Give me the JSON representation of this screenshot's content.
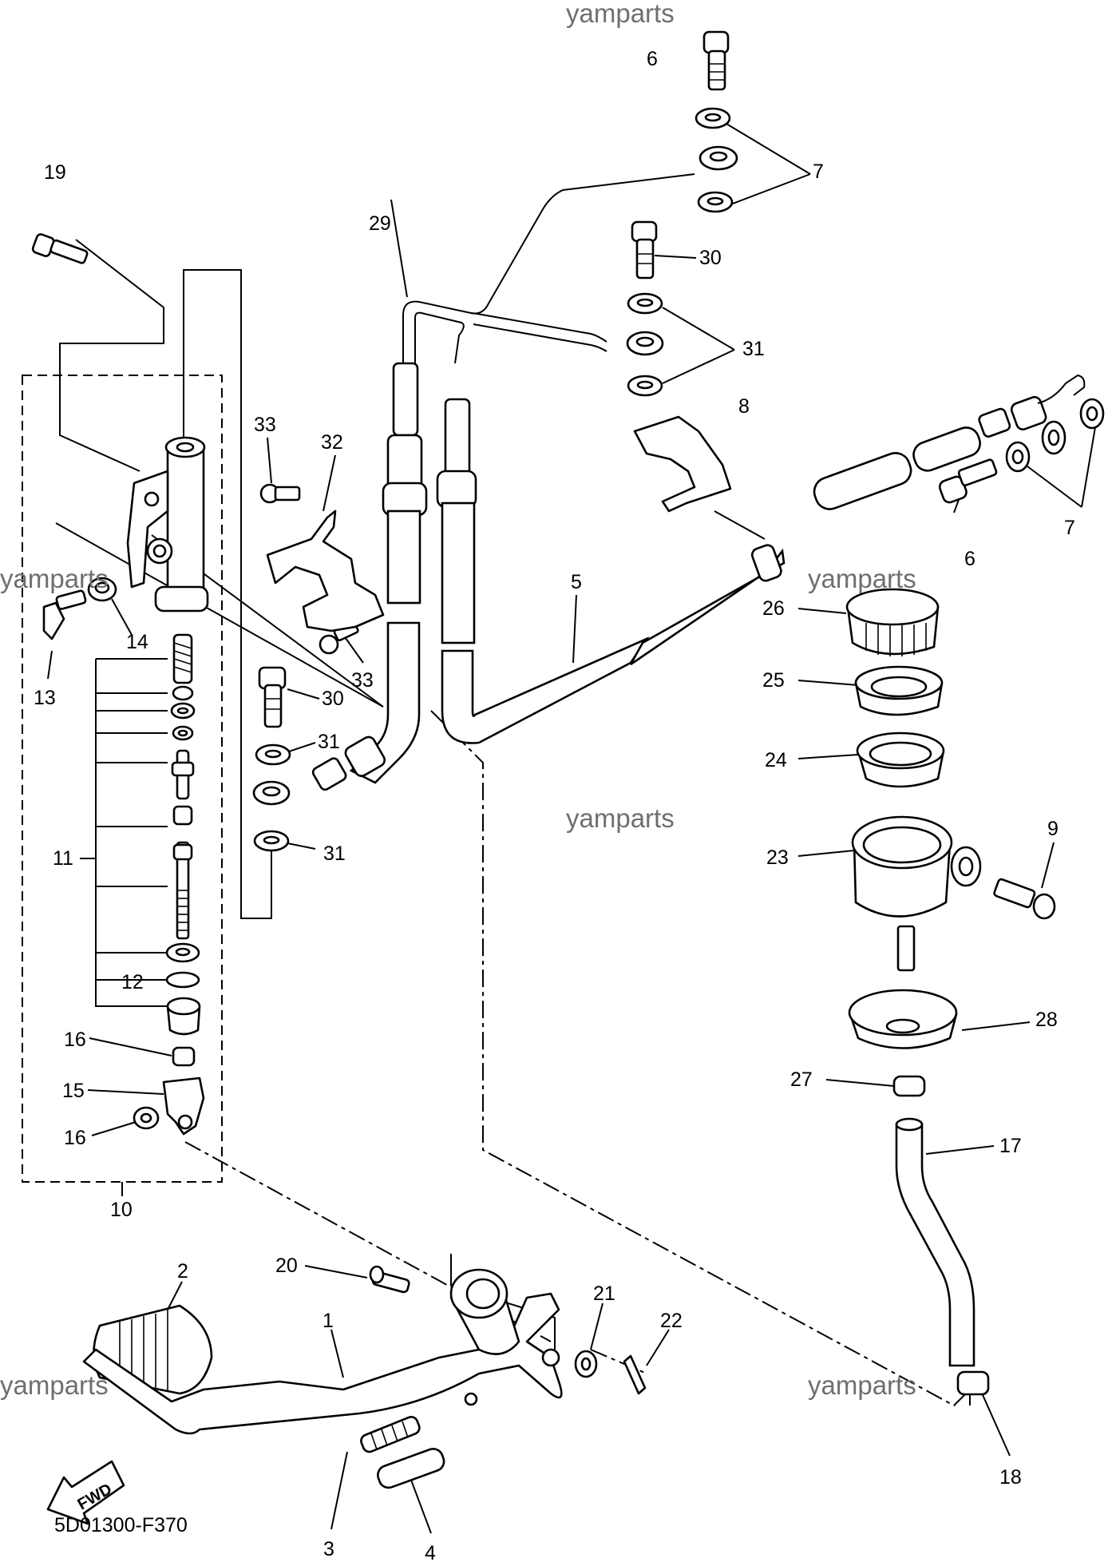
{
  "diagram": {
    "drawing_code": "5D01300-F370",
    "direction_badge": "FWD",
    "watermarks": [
      "yamparts",
      "yamparts",
      "yamparts",
      "yamparts",
      "yamparts"
    ],
    "callouts": [
      "6",
      "7",
      "19",
      "29",
      "30",
      "31",
      "8",
      "33",
      "32",
      "7",
      "6",
      "5",
      "26",
      "25",
      "24",
      "23",
      "9",
      "28",
      "27",
      "17",
      "18",
      "13",
      "14",
      "33",
      "30",
      "31",
      "31",
      "11",
      "12",
      "16",
      "15",
      "16",
      "10",
      "2",
      "20",
      "1",
      "21",
      "22",
      "3",
      "4"
    ]
  }
}
